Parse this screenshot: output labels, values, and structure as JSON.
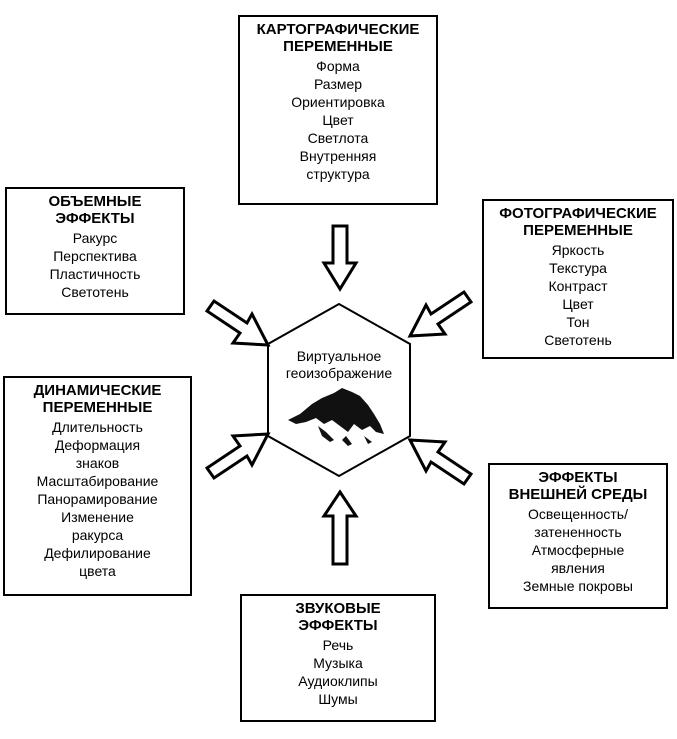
{
  "center": {
    "label_line1": "Виртуальное",
    "label_line2": "геоизображение"
  },
  "boxes": {
    "cartographic": {
      "title_line1": "КАРТОГРАФИЧЕСКИЕ",
      "title_line2": "ПЕРЕМЕННЫЕ",
      "items": [
        "Форма",
        "Размер",
        "Ориентировка",
        "Цвет",
        "Светлота",
        "Внутренняя",
        "структура"
      ]
    },
    "volumetric": {
      "title_line1": "ОБЪЕМНЫЕ",
      "title_line2": "ЭФФЕКТЫ",
      "items": [
        "Ракурс",
        "Перспектива",
        "Пластичность",
        "Светотень"
      ]
    },
    "photographic": {
      "title_line1": "ФОТОГРАФИЧЕСКИЕ",
      "title_line2": "ПЕРЕМЕННЫЕ",
      "items": [
        "Яркость",
        "Текстура",
        "Контраст",
        "Цвет",
        "Тон",
        "Светотень"
      ]
    },
    "dynamic": {
      "title_line1": "ДИНАМИЧЕСКИЕ",
      "title_line2": "ПЕРЕМЕННЫЕ",
      "items": [
        "Длительность",
        "Деформация",
        "знаков",
        "Масштабирование",
        "Панорамирование",
        "Изменение",
        "ракурса",
        "Дефилирование",
        "цвета"
      ]
    },
    "environment": {
      "title_line1": "ЭФФЕКТЫ",
      "title_line2": "ВНЕШНЕЙ СРЕДЫ",
      "items": [
        "Освещенность/",
        "затененность",
        "Атмосферные",
        "явления",
        "Земные покровы"
      ]
    },
    "sound": {
      "title_line1": "ЗВУКОВЫЕ",
      "title_line2": "ЭФФЕКТЫ",
      "items": [
        "Речь",
        "Музыка",
        "Аудиоклипы",
        "Шумы"
      ]
    }
  }
}
